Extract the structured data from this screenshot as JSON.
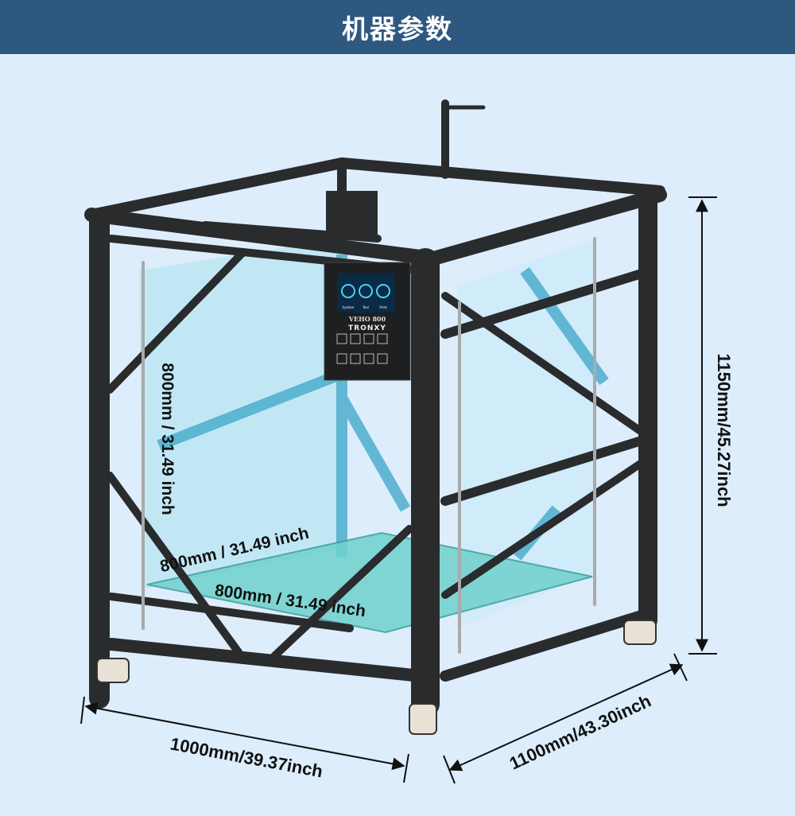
{
  "header": {
    "title": "机器参数"
  },
  "printer": {
    "model": "VEHO 800",
    "brand": "TRONXY",
    "screen_items": [
      "System",
      "Tool",
      "Print"
    ]
  },
  "dimensions": {
    "height": "1150mm/45.27inch",
    "width": "1000mm/39.37inch",
    "depth": "1100mm/43.30inch",
    "build_z": "800mm / 31.49 inch",
    "build_y": "800mm / 31.49 inch",
    "build_x": "800mm / 31.49 inch"
  },
  "colors": {
    "header": "#2f5880",
    "background": "#ddedfc",
    "frame": "#2a2b2d",
    "glass": "#7fd3e6"
  }
}
